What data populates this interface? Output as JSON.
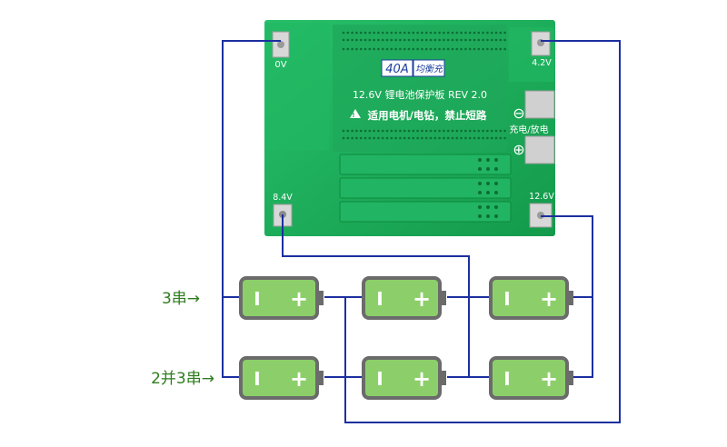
{
  "board": {
    "badge": "40A",
    "badge_sub": "均衡充",
    "title": "12.6V 锂电池保护板 REV 2.0",
    "warning": "适用电机/电钻，禁止短路",
    "pad_0v": "0V",
    "pad_4v2": "4.2V",
    "pad_8v4": "8.4V",
    "pad_12v6": "12.6V",
    "charge_label": "充电/放电",
    "minus_sign": "⊖",
    "plus_sign": "⊕"
  },
  "rows": [
    {
      "label": "3串→",
      "arrow": "→"
    },
    {
      "label": "2并3串→",
      "arrow": "→"
    }
  ],
  "battery": {
    "minus": "I",
    "plus": "+"
  },
  "colors": {
    "pcb": "#1fae5c",
    "pcb_dark": "#158a45",
    "battery_fill": "#8ccf6a",
    "battery_stroke": "#6b6b6b",
    "wire": "#1c2fa0",
    "label_green": "#2e7d1e"
  }
}
